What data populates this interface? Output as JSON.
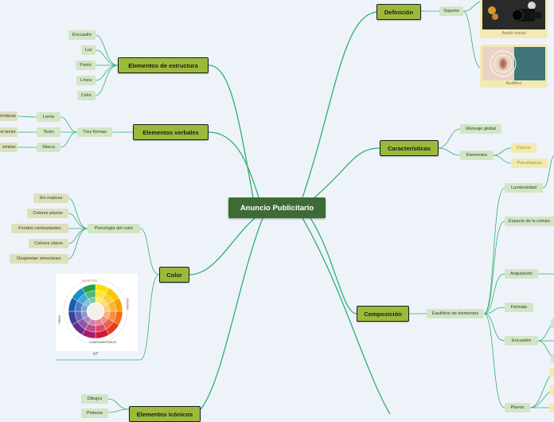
{
  "central_topic": "Anuncio Publicitario",
  "branches": {
    "definicion": {
      "label": "Definición",
      "sub": "Soporte",
      "images": [
        "Audio visual",
        "Auditivo"
      ]
    },
    "caracteristicas": {
      "label": "Características",
      "subs": [
        "Mensaje global",
        "Elementos"
      ],
      "elementos": [
        "Físicos",
        "Psicológicos"
      ]
    },
    "composicion": {
      "label": "Composición",
      "sub": "Equilibrio de elementos",
      "items": [
        "Luminosidad",
        "Espacio de la compo",
        "Angulación",
        "Formato",
        "Encuadre",
        "Planos"
      ]
    },
    "estructura": {
      "label": "Elementos de estructura",
      "items": [
        "Encuadre",
        "Luz",
        "Punto",
        "Línea",
        "Color"
      ]
    },
    "verbales": {
      "label": "Elementos verbales",
      "sub": "Tres formas",
      "items": [
        "Lema",
        "Texto",
        "Marca"
      ],
      "details": [
        "erísticas",
        "el lector",
        "emisor"
      ]
    },
    "color": {
      "label": "Color",
      "sub": "Psicología del color",
      "items": [
        "Sin matices",
        "Colores planos",
        "Fondos contrastantes",
        "Colores claros",
        "Despiertan emociones"
      ],
      "image_caption": "n?",
      "wheel_labels": {
        "top": "METÁFORA",
        "right": "CÁLIDOS",
        "left": "FRÍOS",
        "bottom": "COMPLEMENTARIOS"
      }
    },
    "iconicos": {
      "label": "Elementos icónicos",
      "items": [
        "Dibujos",
        "Pinturas"
      ]
    }
  },
  "colors": {
    "central": "#3e6b35",
    "main": "#9bba3a",
    "sub": "#d2e6c6",
    "link": "#2fae74",
    "background": "#eef3f9"
  }
}
